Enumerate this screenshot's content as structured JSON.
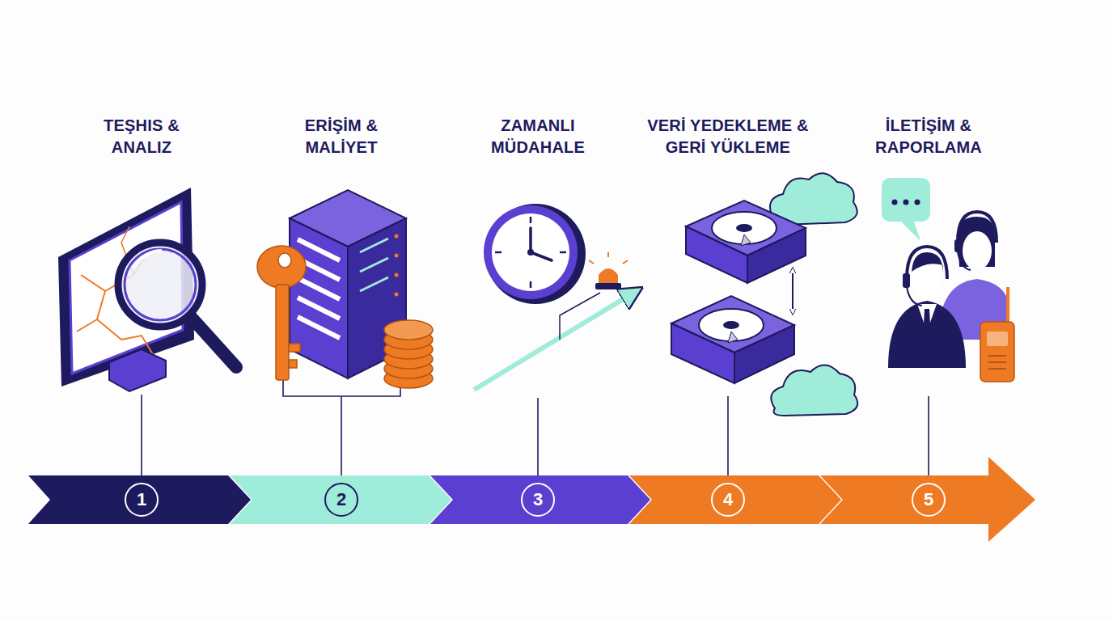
{
  "diagram": {
    "nodes": [
      {
        "text": [
          "1"
        ]
      },
      {
        "text": [
          "2"
        ]
      },
      {
        "text": [
          "3"
        ]
      },
      {
        "text": [
          "4"
        ]
      },
      {
        "text": [
          "5"
        ]
      }
    ],
    "labels": [
      "TEŞHIS & ANALIZ",
      "ERİŞİM & MALİYET",
      "ZAMANLI MÜDAHALE",
      "VERİ YEDEKLEME & GERİ YÜKLEME",
      "İLETİŞİM & RAPORLAMA"
    ]
  }
}
